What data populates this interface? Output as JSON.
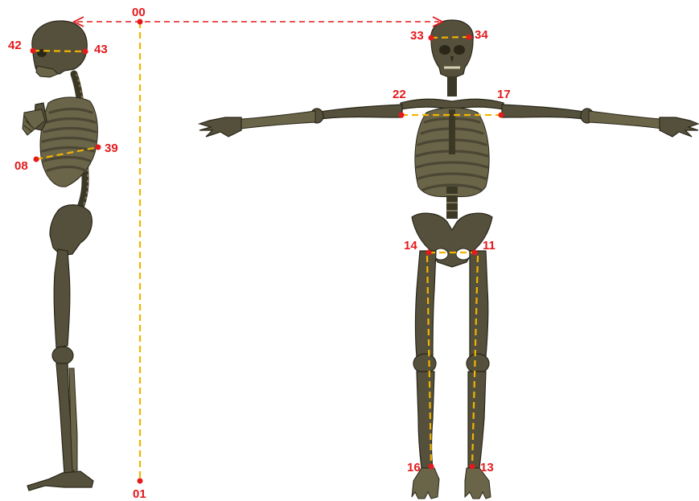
{
  "colors": {
    "landmark": "#e41a1c",
    "label": "#e41a1c",
    "measure_line": "#f2b400",
    "arrow": "#e41a1c",
    "bone": "#55503c"
  },
  "landmarks": {
    "p00": "00",
    "p01": "01",
    "p08": "08",
    "p11": "11",
    "p13": "13",
    "p14": "14",
    "p16": "16",
    "p17": "17",
    "p22": "22",
    "p33": "33",
    "p34": "34",
    "p39": "39",
    "p42": "42",
    "p43": "43"
  }
}
